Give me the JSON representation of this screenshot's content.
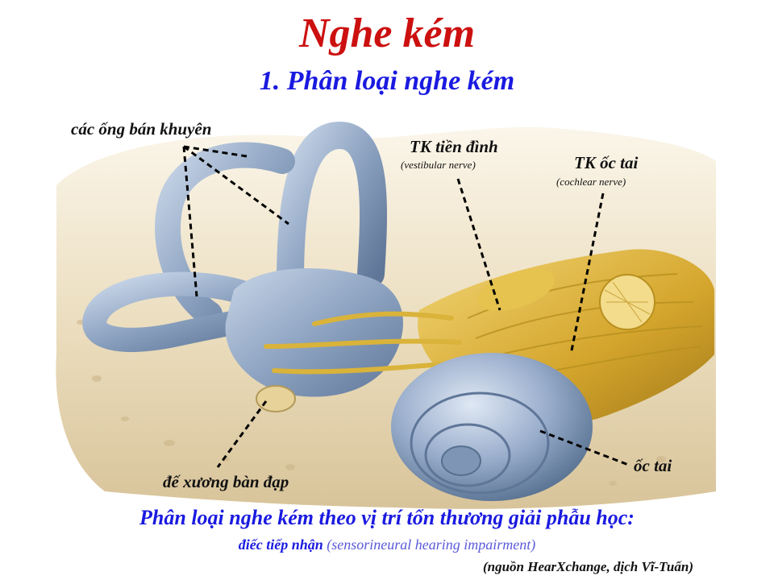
{
  "title": "Nghe kém",
  "subtitle": "1. Phân loại nghe kém",
  "labels": {
    "semicircular": "các ống bán khuyên",
    "vestibular": "TK tiền đình",
    "vestibular_en": "(vestibular nerve)",
    "cochlear_nerve": "TK ốc tai",
    "cochlear_nerve_en": "(cochlear nerve)",
    "stapes": "đế xương bàn đạp",
    "cochlea": "ốc tai"
  },
  "caption": {
    "line1": "Phân loại nghe kém theo vị trí tổn thương giải phẫu học:",
    "bold": "điếc tiếp nhận",
    "normal": " (sensorineural hearing impairment)",
    "source": "(nguồn HearXchange, dịch Vĩ-Tuấn)"
  },
  "colors": {
    "title": "#cc1010",
    "subtitle": "#1a1ae0",
    "bone": "#e9dcc0",
    "labyrinth": "#8fa6c4",
    "nerve": "#d9b33a"
  }
}
